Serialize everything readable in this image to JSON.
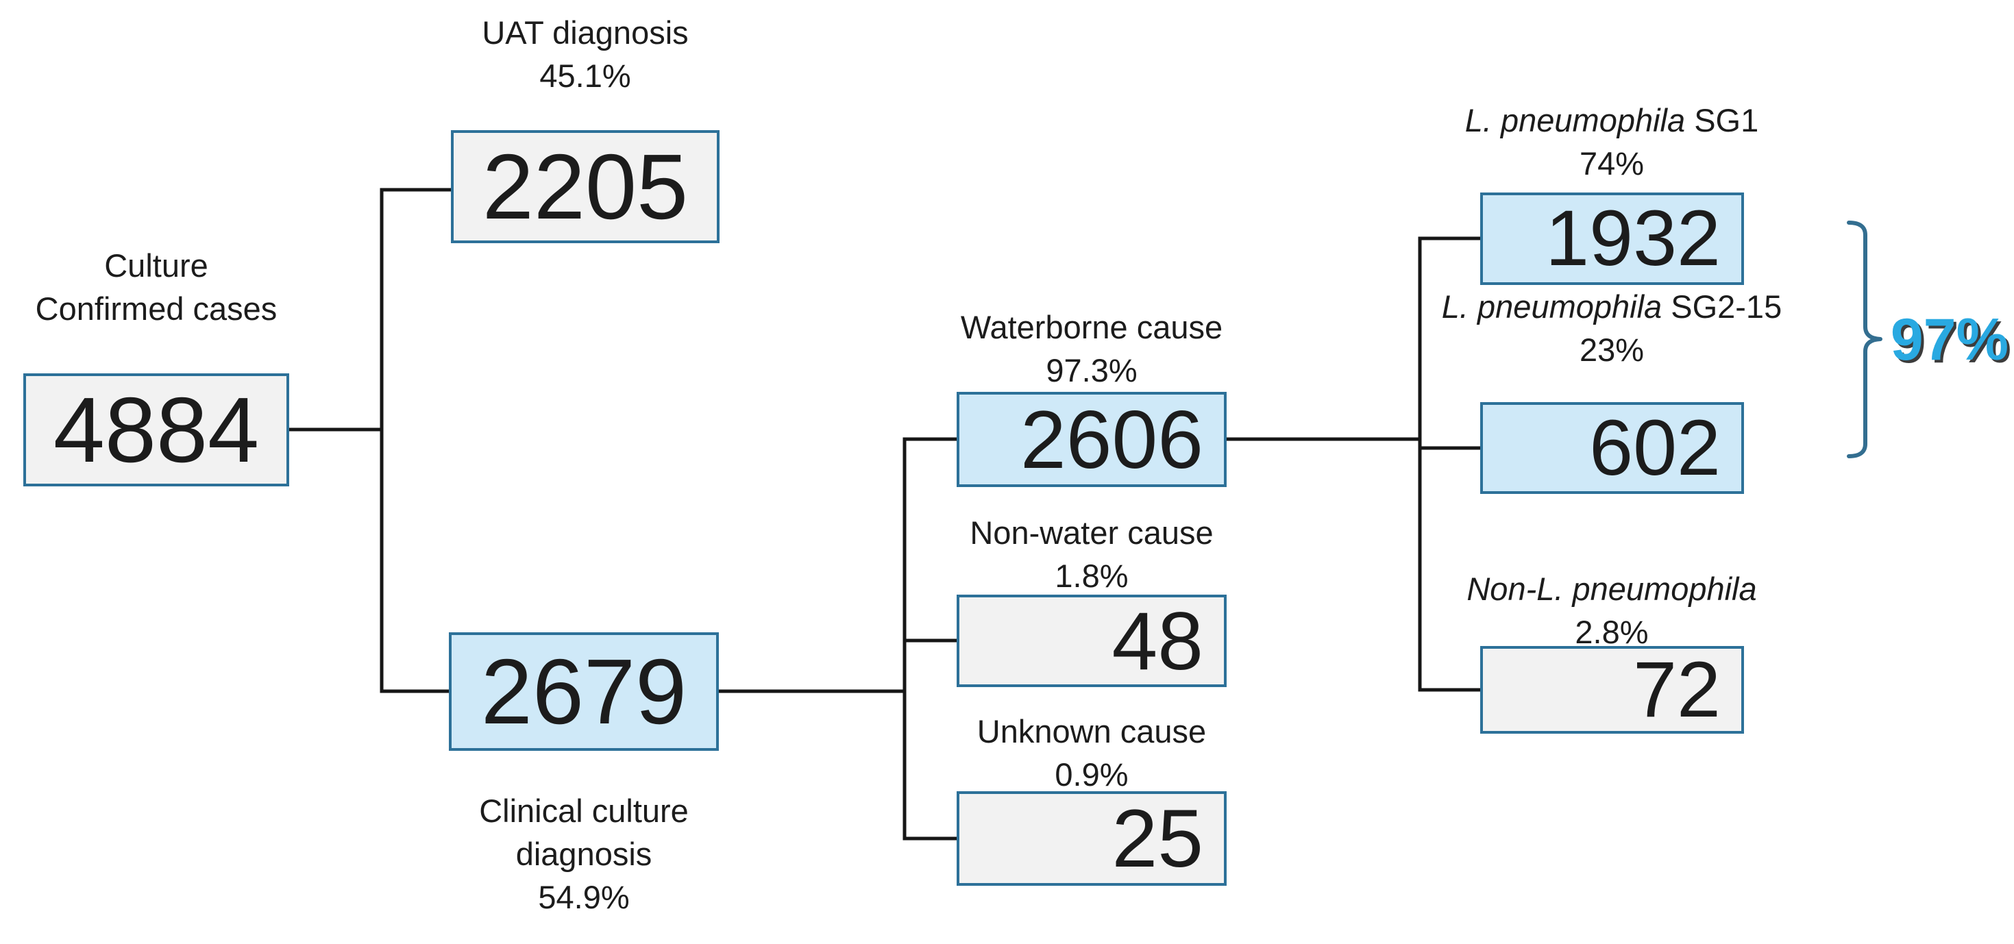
{
  "colors": {
    "box_border": "#2d7199",
    "box_fill_gray": "#f2f2f2",
    "box_fill_blue": "#cfe9f8",
    "connector": "#161616",
    "bracket": "#336e90",
    "highlight": "#29a9e1",
    "highlight_shadow": "#3c3c3c",
    "text": "#1c1c1c"
  },
  "nodes": {
    "root": {
      "label": "Culture\nConfirmed cases",
      "value": "4884"
    },
    "uat": {
      "label": "UAT diagnosis",
      "pct": "45.1%",
      "value": "2205"
    },
    "clinical": {
      "label": "Clinical culture\ndiagnosis",
      "pct": "54.9%",
      "value": "2679"
    },
    "waterborne": {
      "label": "Waterborne cause",
      "pct": "97.3%",
      "value": "2606"
    },
    "nonwater": {
      "label": "Non-water cause",
      "pct": "1.8%",
      "value": "48"
    },
    "unknown": {
      "label": "Unknown cause",
      "pct": "0.9%",
      "value": "25"
    },
    "sg1": {
      "label_italic": "L. pneumophila",
      "label_plain": " SG1",
      "pct": "74%",
      "value": "1932"
    },
    "sg215": {
      "label_italic": "L. pneumophila",
      "label_plain": " SG2-15",
      "pct": "23%",
      "value": "602"
    },
    "nonlp": {
      "label_italic": "Non-L. pneumophila",
      "label_plain": "",
      "pct": "2.8%",
      "value": "72"
    }
  },
  "bracket": {
    "label": "97%"
  }
}
